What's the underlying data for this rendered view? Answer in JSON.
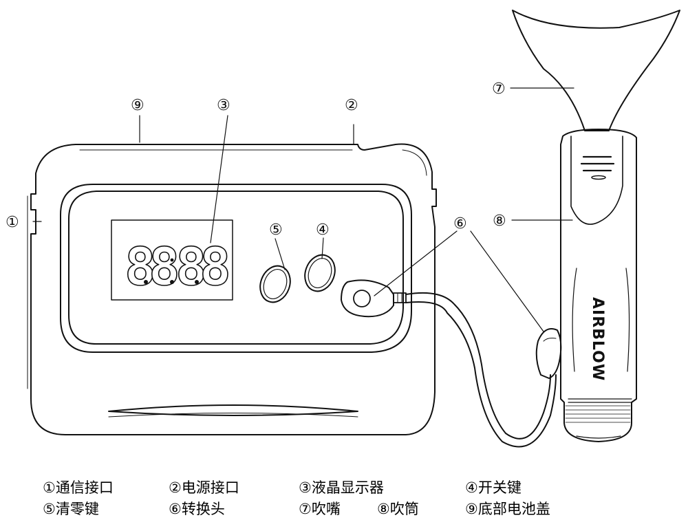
{
  "callouts": {
    "c1": "①",
    "c2": "②",
    "c3": "③",
    "c4": "④",
    "c5": "⑤",
    "c6": "⑥",
    "c7": "⑦",
    "c8": "⑧",
    "c9": "⑨"
  },
  "display": {
    "digits": [
      "8",
      "8",
      "8",
      "8"
    ]
  },
  "brand": {
    "text": "AIRBLOW"
  },
  "legend": {
    "row1": [
      "①通信接口",
      "②电源接口",
      "③液晶显示器",
      "④开关键"
    ],
    "row2": [
      "⑤清零键",
      "⑥转换头",
      "⑦吹嘴",
      "⑧吹筒",
      "⑨底部电池盖"
    ]
  }
}
